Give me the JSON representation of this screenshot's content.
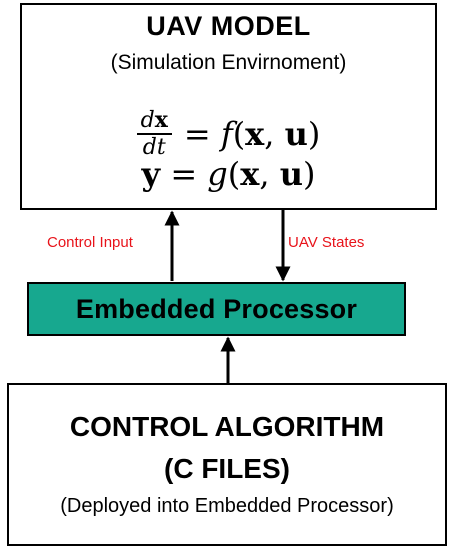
{
  "uav_model": {
    "title": "UAV MODEL",
    "subtitle": "(Simulation Envirnoment)",
    "eq1": {
      "num_d": "d",
      "num_x": "x",
      "den": "dt",
      "eq": "=",
      "func": "f",
      "args_open": "(",
      "x": "x",
      "comma": ",",
      "u": "u",
      "args_close": ")"
    },
    "eq2": {
      "lhs": "y",
      "eq": "=",
      "func": "g",
      "args_open": "(",
      "x": "x",
      "comma": ",",
      "u": "u",
      "args_close": ")"
    }
  },
  "processor": {
    "label": "Embedded Processor",
    "fill_color": "#17a88f"
  },
  "control": {
    "title": "CONTROL ALGORITHM",
    "subtitle": "(C FILES)",
    "note": "(Deployed into Embedded Processor)"
  },
  "arrows": {
    "control_input_label": "Control Input",
    "uav_states_label": "UAV States",
    "label_color": "#e8131a"
  }
}
